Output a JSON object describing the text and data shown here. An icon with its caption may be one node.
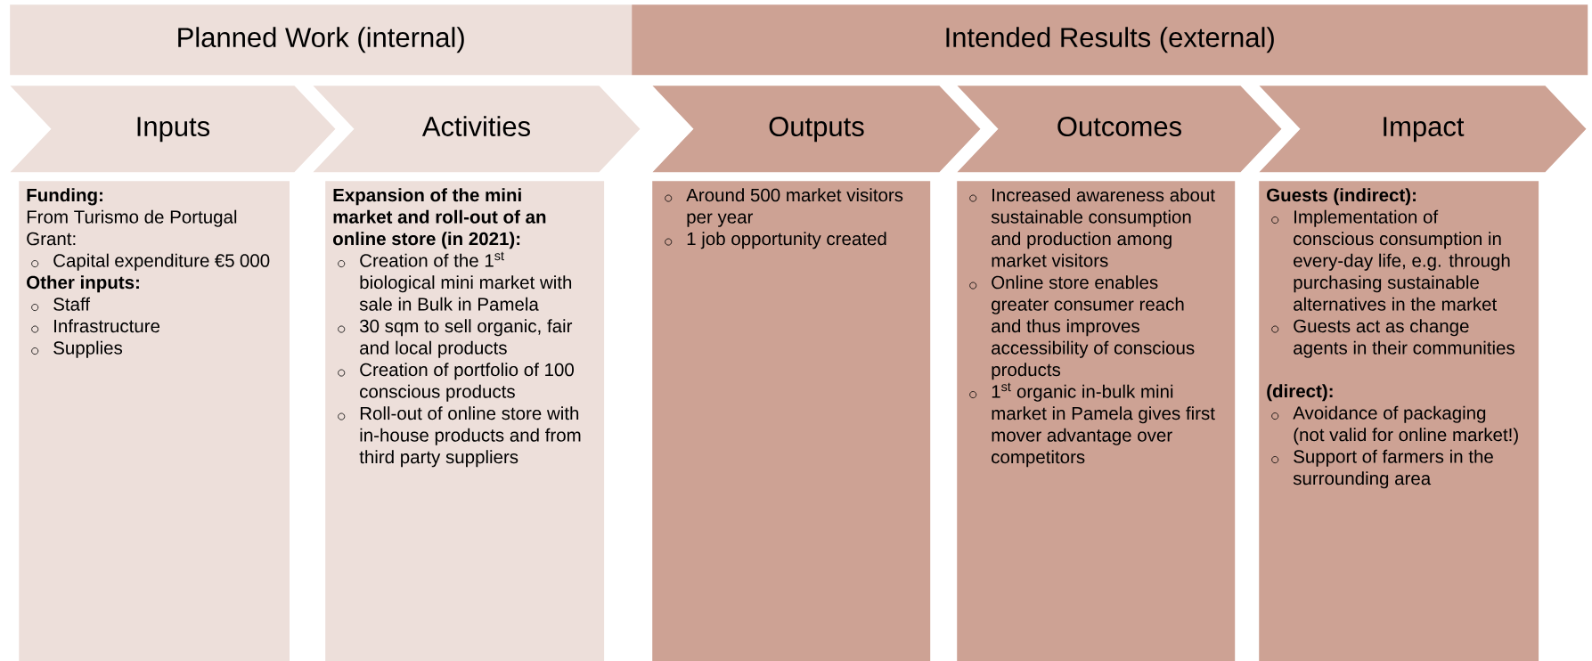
{
  "diagram": {
    "nodes": [
      {
        "text": [
          "Planned Work (internal)"
        ]
      },
      {
        "text": [
          "Intended Results (external)"
        ]
      },
      {
        "text": [
          "Inputs"
        ]
      },
      {
        "text": [
          "Activities"
        ]
      },
      {
        "text": [
          "Outputs"
        ]
      },
      {
        "text": [
          "Outcomes"
        ]
      },
      {
        "text": [
          "Impact"
        ]
      },
      {
        "text": [
          "Funding:",
          "From Turismo de Portugal Grant:",
          "Capital expenditure €5 000",
          "Other inputs:",
          "Staff",
          "Infrastructure",
          "Supplies"
        ]
      },
      {
        "text": [
          "Expansion of the mini market and roll-out of an online store (in 2021):",
          "Creation of the 1$^{st}$ biological mini market with sale in Bulk in Pamela",
          "30 sqm to sell organic, fair and local products",
          "Creation of portfolio of 100 conscious products",
          "Roll-out of online store with in-house products and from third party suppliers"
        ]
      },
      {
        "text": [
          "Around 500 market visitors per year",
          "1 job opportunity created"
        ]
      },
      {
        "text": [
          "Increased awareness about sustainable consumption and production among market visitors",
          "Online store enables greater consumer reach and thus improves accessibility of conscious products",
          "1$^{st}$ organic in-bulk mini market in Pamela gives first mover advantage over competitors"
        ]
      },
      {
        "text": [
          "Guests (indirect):",
          "Implementation of conscious consumption in every-day life, e.g. through purchasing sustainable alternatives in the market",
          "Guests act as change agents in their communities",
          "(direct):",
          "Avoidance of packaging (not valid for online market!)",
          "Support of farmers in the surrounding area"
        ]
      }
    ]
  }
}
